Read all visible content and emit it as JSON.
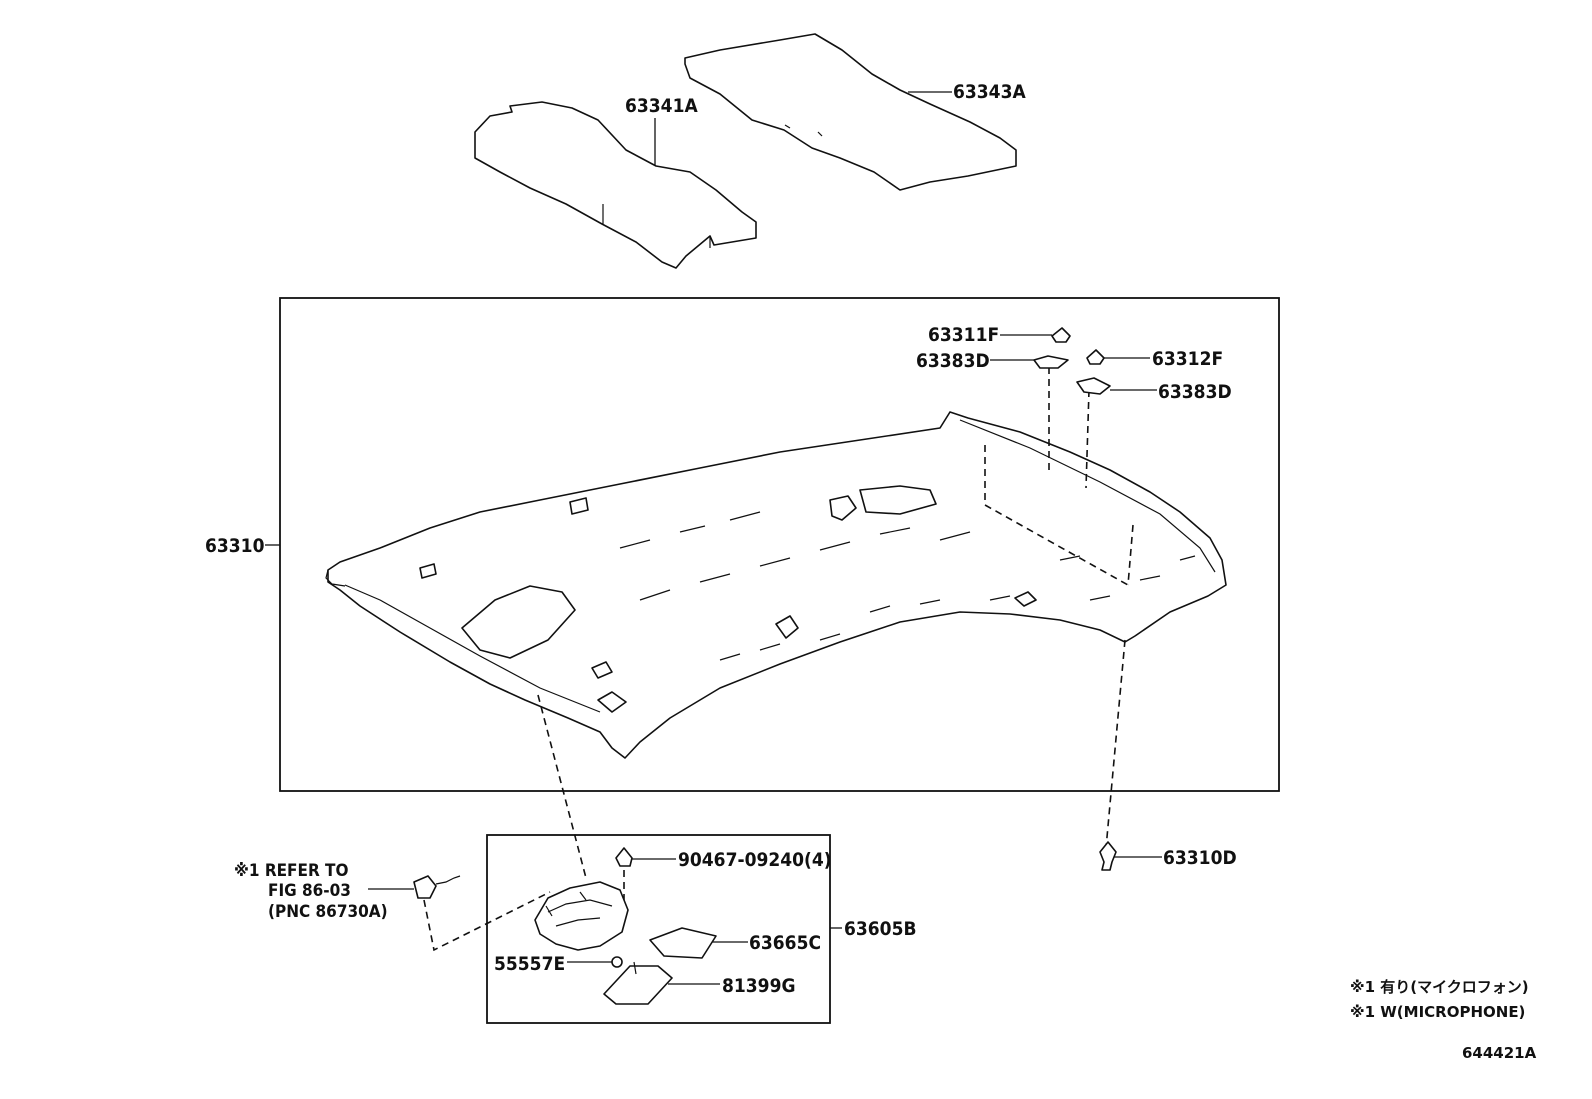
{
  "parts": {
    "p63341A": "63341A",
    "p63343A": "63343A",
    "p63310": "63310",
    "p63311F": "63311F",
    "p63383D_1": "63383D",
    "p63312F": "63312F",
    "p63383D_2": "63383D",
    "p63310D": "63310D",
    "p90467": "90467-09240(4)",
    "p63605B": "63605B",
    "p63665C": "63665C",
    "p55557E": "55557E",
    "p81399G": "81399G"
  },
  "reference": {
    "line1": "※1 REFER TO",
    "line2": "FIG 86-03",
    "line3": "(PNC 86730A)"
  },
  "notes": {
    "jp": "※1 有り(マイクロフォン)",
    "en": "※1 W(MICROPHONE)"
  },
  "illustration_id": "644421A"
}
